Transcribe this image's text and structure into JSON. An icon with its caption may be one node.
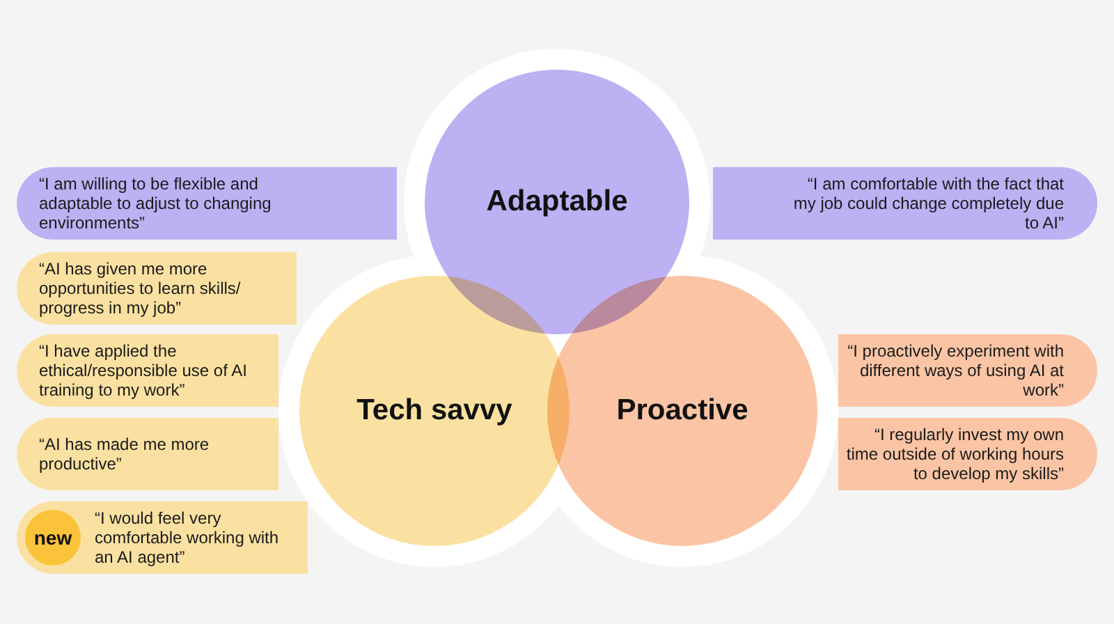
{
  "diagram": {
    "nodes": [
      {
        "text": [
          "Adaptable"
        ]
      },
      {
        "text": [
          "Tech savvy"
        ]
      },
      {
        "text": [
          "Proactive"
        ]
      },
      {
        "text": [
          "“I am willing to be flexible and adaptable to adjust to changing environments”"
        ]
      },
      {
        "text": [
          "“I am comfortable with the fact that my job could change completely due to AI”"
        ]
      },
      {
        "text": [
          "“AI has given me more opportunities to learn skills/ progress in my job”"
        ]
      },
      {
        "text": [
          "“I have applied the ethical/responsible use of AI training to my work”"
        ]
      },
      {
        "text": [
          "“I proactively experiment with different ways of using AI at work”"
        ]
      },
      {
        "text": [
          "“AI has made me more productive”"
        ]
      },
      {
        "text": [
          "“I regularly invest my own time outside of working hours to develop my skills”"
        ]
      },
      {
        "text": [
          "“I would feel very comfortable working with an AI agent”"
        ]
      },
      {
        "text": [
          "new"
        ],
        "in": 10
      }
    ]
  }
}
